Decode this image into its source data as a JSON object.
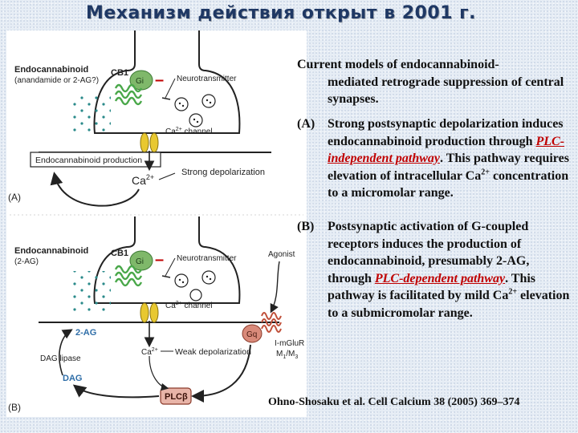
{
  "title": "Механизм действия открыт в 2001 г.",
  "figure": {
    "panel_a": {
      "endocannabinoid_label": "Endocannabinoid",
      "endocannabinoid_sub": "(anandamide or 2-AG?)",
      "cb1": "CB1",
      "gi": "Gi",
      "minus": "–",
      "neurotransmitter": "Neurotransmitter",
      "ca_channel": "Ca",
      "ca_channel_sup": "2+",
      "ca_channel_rest": " channel",
      "production_box": "Endocannabinoid production",
      "ca2": "Ca",
      "ca2_sup": "2+",
      "strong_depol": "Strong depolarization",
      "panel_label": "(A)"
    },
    "panel_b": {
      "endocannabinoid_label": "Endocannabinoid",
      "endocannabinoid_sub": "(2-AG)",
      "cb1": "CB1",
      "gi": "Gi",
      "minus": "–",
      "neurotransmitter": "Neurotransmitter",
      "agonist": "Agonist",
      "ca_channel": "Ca",
      "ca_channel_sup": "2+",
      "ca_channel_rest": " channel",
      "two_ag": "2-AG",
      "gq": "Gq",
      "mglur": "I-mGluR",
      "m1m3": "M",
      "m1_sub": "1",
      "m3_sep": "/M",
      "m3_sub": "3",
      "dag_lipase": "DAG lipase",
      "ca2": "Ca",
      "ca2_sup": "2+",
      "weak_depol": "Weak depolarization",
      "dag": "DAG",
      "plc": "PLCβ",
      "panel_label": "(B)"
    }
  },
  "text": {
    "heading_line1": "Current models of endocannabinoid-",
    "heading_rest": "mediated retrograde suppression of central synapses.",
    "item_a_label": "(A)",
    "item_a_pre": "Strong postsynaptic depolarization induces endocannabinoid production through ",
    "item_a_em": "PLC-independent pathway",
    "item_a_mid": ". This pathway requires elevation of intracellular Ca",
    "item_a_sup": "2+",
    "item_a_post": " concentration to a micromolar range.",
    "item_b_label": "(B)",
    "item_b_pre": "Postsynaptic activation of G-coupled receptors induces the production of endocannabinoid, presumably 2-AG, through ",
    "item_b_em": "PLC-dependent pathway",
    "item_b_mid": ". This pathway is facilitated by mild Ca",
    "item_b_sup": "2+",
    "item_b_post": " elevation to a submicromolar range.",
    "citation": "Ohno-Shosaku et al. Cell Calcium 38 (2005) 369–374"
  },
  "colors": {
    "title": "#1f3864",
    "dots": "#2a8a8a",
    "receptor": "#4aa84a",
    "gi": "#7fb86a",
    "red_accent": "#c00000",
    "calcium_channel": "#e8c830",
    "gq": "#d98a7a",
    "blue_label": "#2f6ea8"
  }
}
